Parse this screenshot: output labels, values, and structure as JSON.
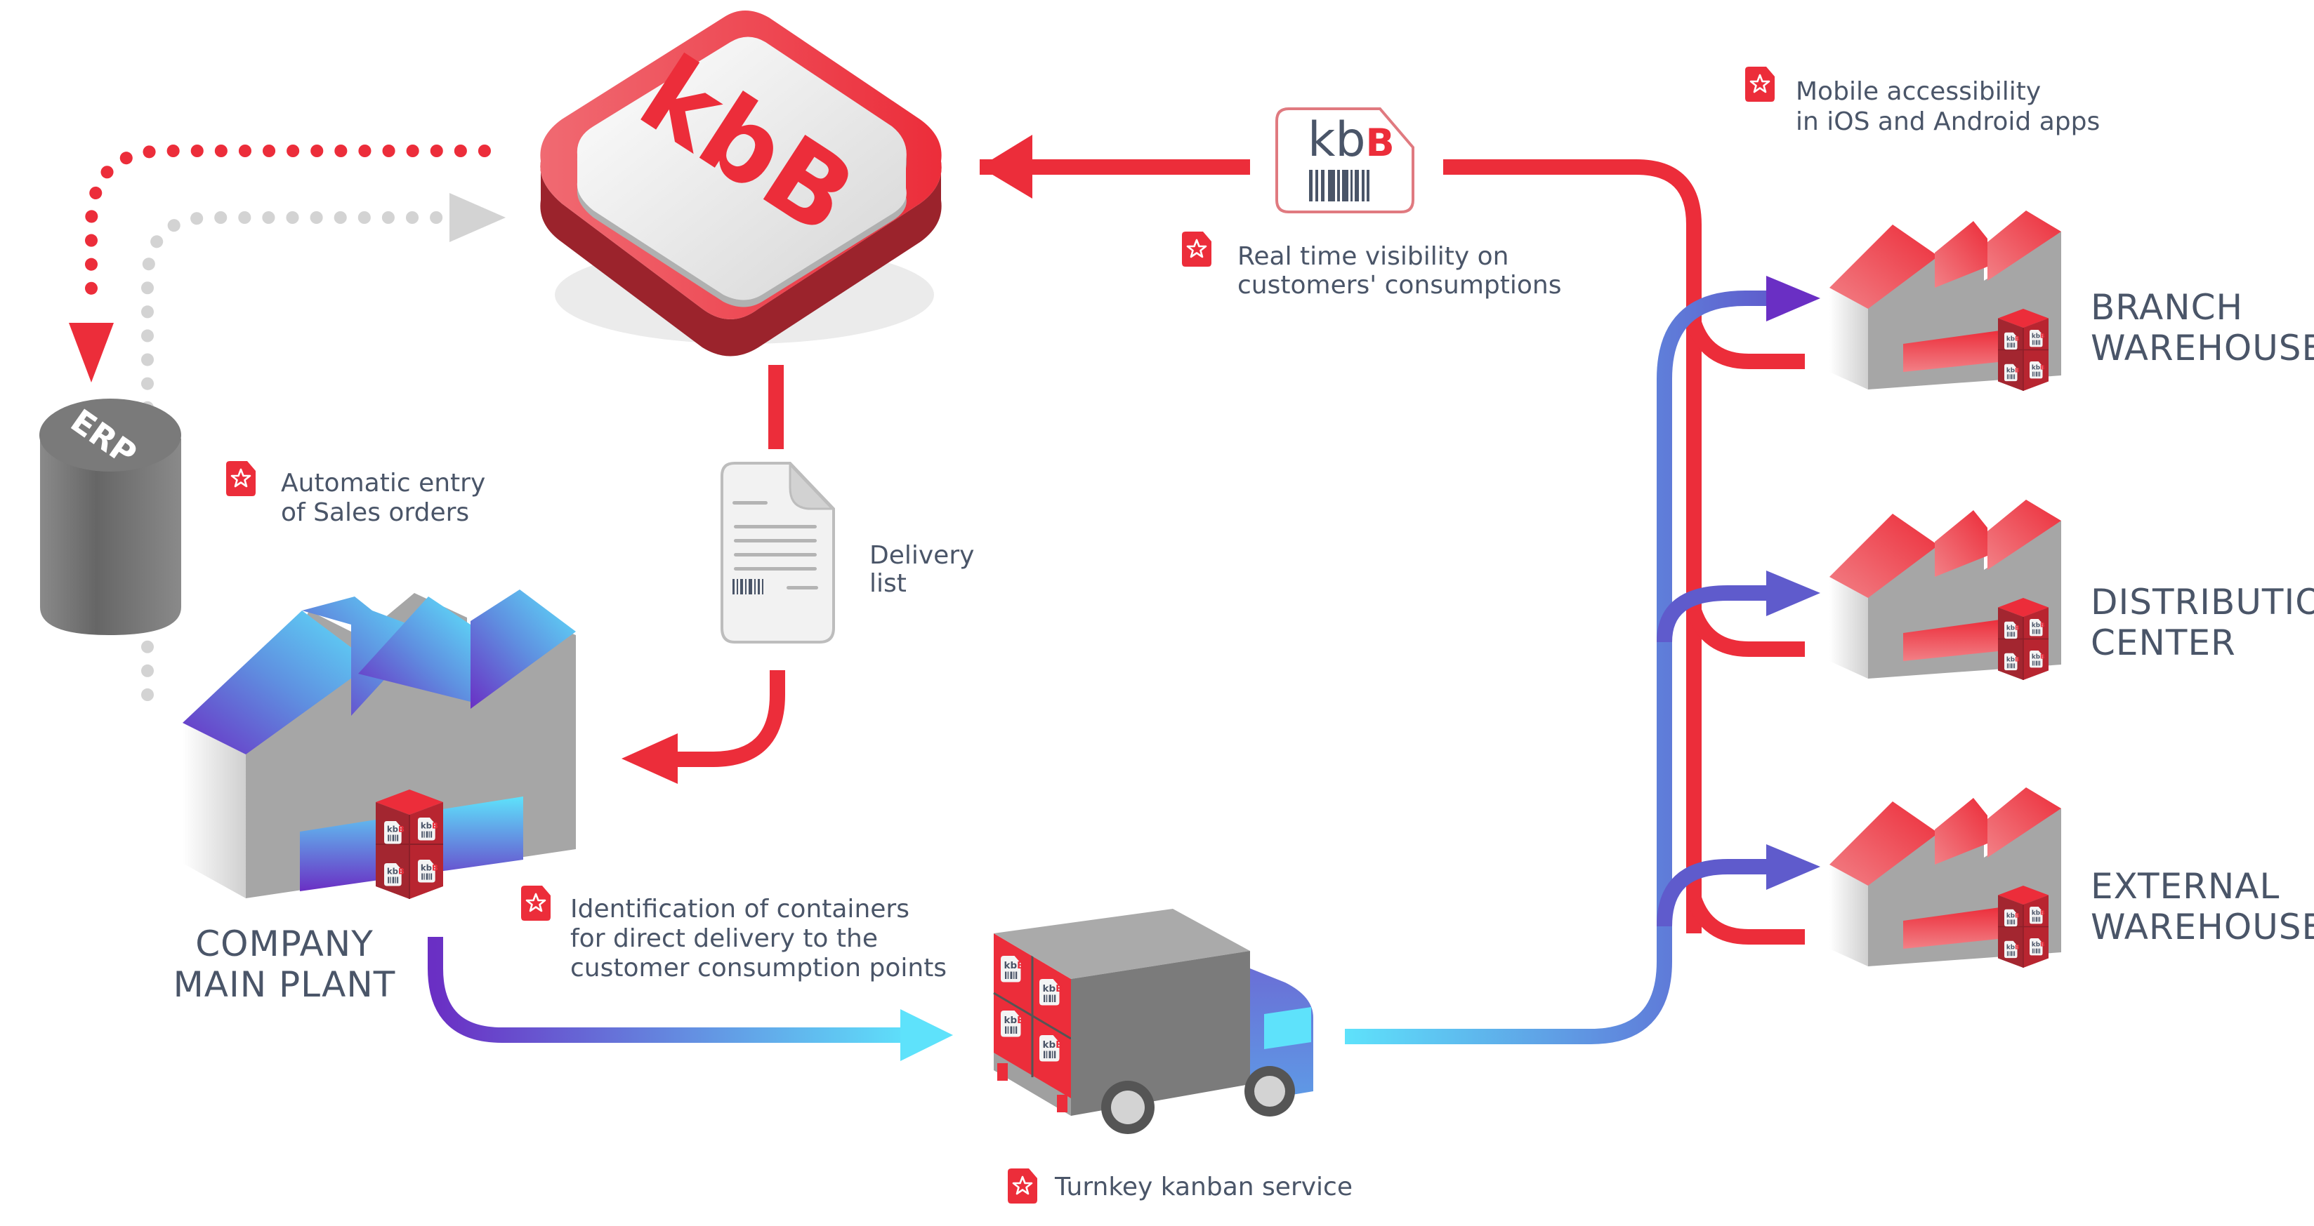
{
  "diagram": {
    "title": "kbB kanban flow",
    "colors": {
      "red": "#ec2d3a",
      "dark_red": "#9b232c",
      "purple": "#6a2fc4",
      "indigo": "#5f5bcc",
      "cyan": "#5ee2fb",
      "grey": "#a6a6a6",
      "dark_grey": "#6b6b6b",
      "text": "#4a5568",
      "dotted_grey": "#d3d3d3"
    },
    "hub": {
      "logo_text": "kbB"
    },
    "erp": {
      "label": "ERP"
    },
    "card": {
      "logo_main": "kb",
      "logo_accent": "B"
    },
    "document": {
      "label_line1": "Delivery",
      "label_line2": "list"
    },
    "features": [
      {
        "id": "mobile",
        "line1": "Mobile accessibility",
        "line2": "in iOS and Android apps"
      },
      {
        "id": "realtime",
        "line1": "Real time visibility on",
        "line2": "customers' consumptions"
      },
      {
        "id": "auto-entry",
        "line1": "Automatic entry",
        "line2": "of Sales orders"
      },
      {
        "id": "identification",
        "line1": "Identification of containers",
        "line2": "for direct delivery to the",
        "line3": "customer consumption points"
      },
      {
        "id": "turnkey",
        "line1": "Turnkey kanban service"
      }
    ],
    "nodes": {
      "main_plant": {
        "line1": "COMPANY",
        "line2": "MAIN PLANT"
      },
      "branch": {
        "line1": "BRANCH",
        "line2": "WAREHOUSE"
      },
      "distribution": {
        "line1": "DISTRIBUTION",
        "line2": "CENTER"
      },
      "external": {
        "line1": "EXTERNAL",
        "line2": "WAREHOUSE"
      }
    },
    "box_label": {
      "main": "kb",
      "accent": "B"
    }
  }
}
